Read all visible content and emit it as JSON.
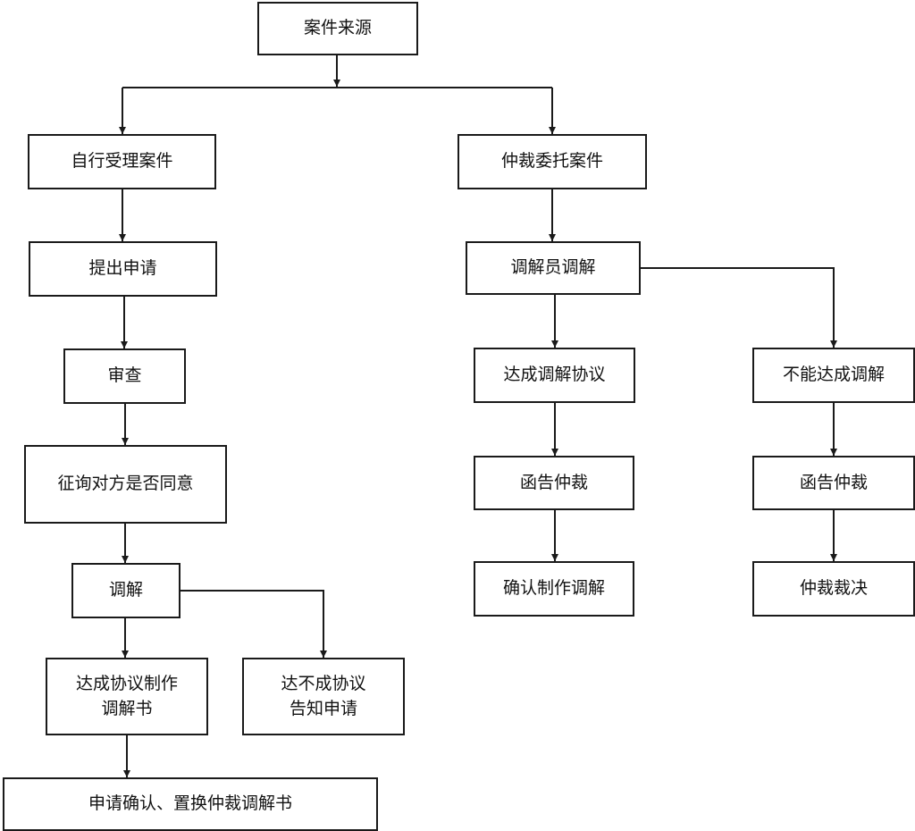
{
  "nodes": {
    "source": "案件来源",
    "self_accept": "自行受理案件",
    "arb_entrust": "仲裁委托案件",
    "submit_app": "提出申请",
    "review": "审查",
    "consult": "征询对方是否同意",
    "mediate": "调解",
    "agree_make": "达成协议制作\n调解书",
    "no_agree": "达不成协议\n告知申请",
    "confirm_replace": "申请确认、置换仲裁调解书",
    "mediator": "调解员调解",
    "reach_agreement": "达成调解协议",
    "cannot_reach": "不能达成调解",
    "letter_arb_1": "函告仲裁",
    "letter_arb_2": "函告仲裁",
    "confirm_make": "确认制作调解",
    "arb_award": "仲裁裁决"
  }
}
